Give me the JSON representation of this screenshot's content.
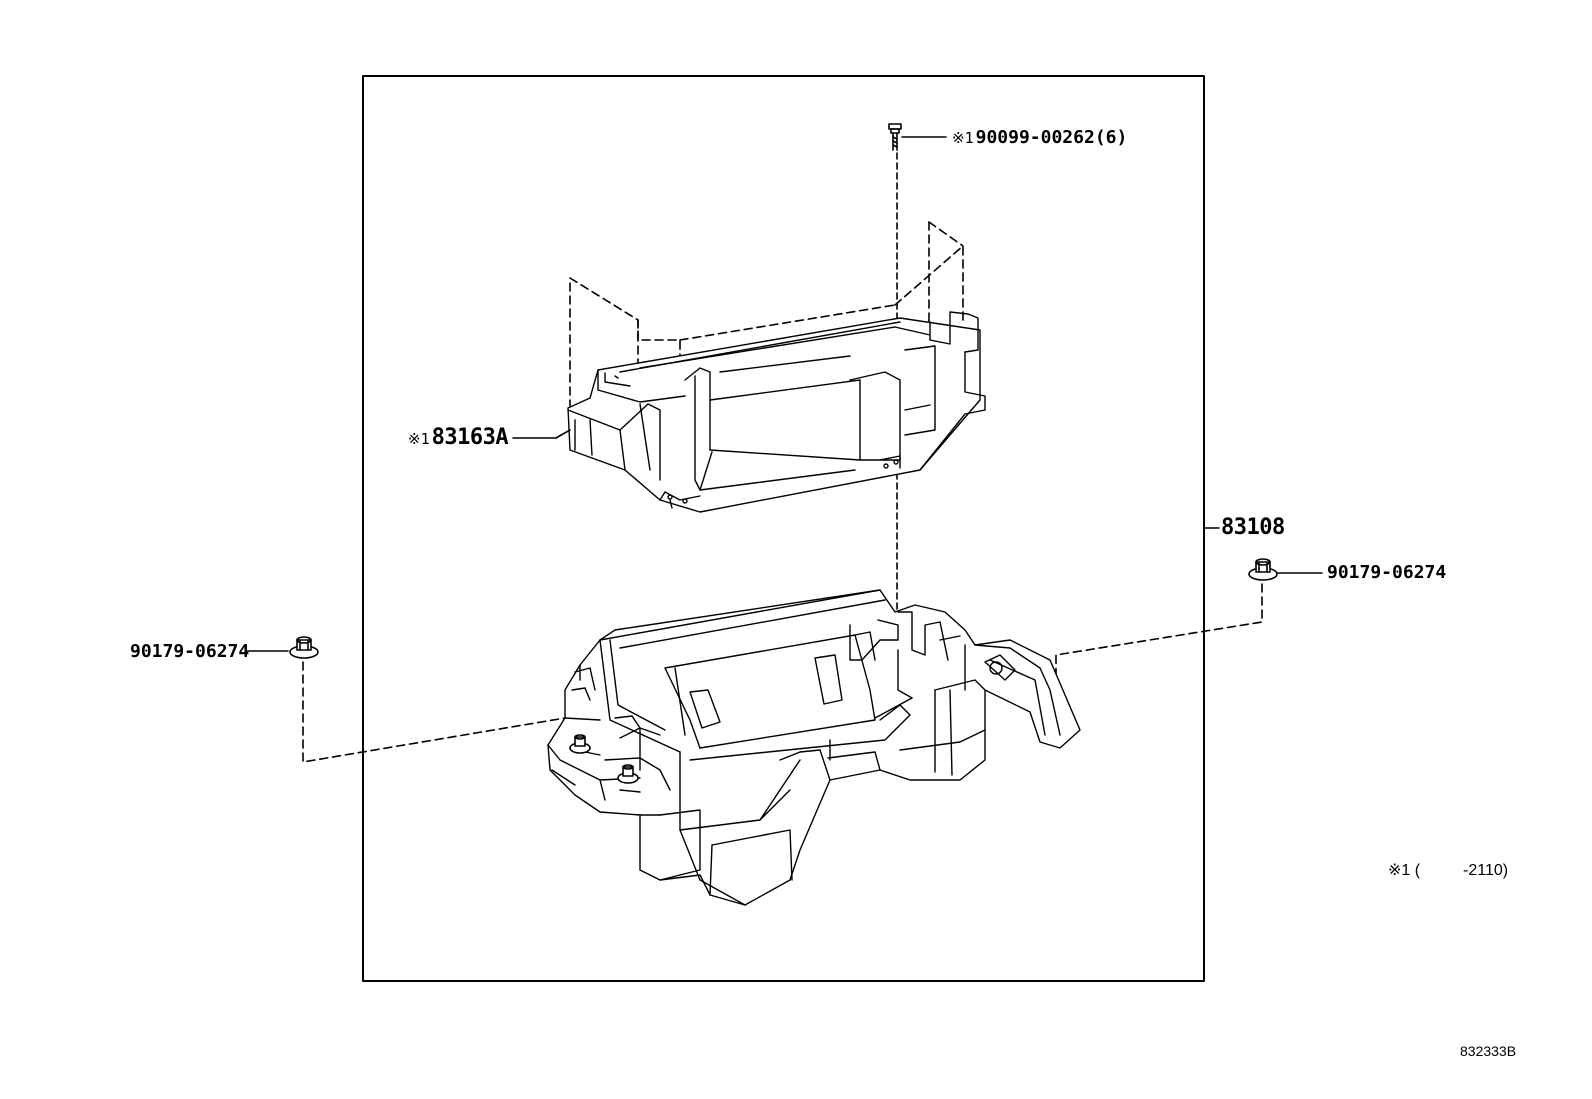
{
  "labels": {
    "screw": {
      "mark": "※1",
      "part": "90099-00262(6)"
    },
    "cover": {
      "mark": "※1",
      "part": "83163A"
    },
    "assembly": {
      "part": "83108"
    },
    "nut_right": {
      "part": "90179-06274"
    },
    "nut_left": {
      "part": "90179-06274"
    }
  },
  "note": {
    "mark": "※1",
    "paren_open": "(",
    "range": "-2110)"
  },
  "diagram_id": "832333B"
}
